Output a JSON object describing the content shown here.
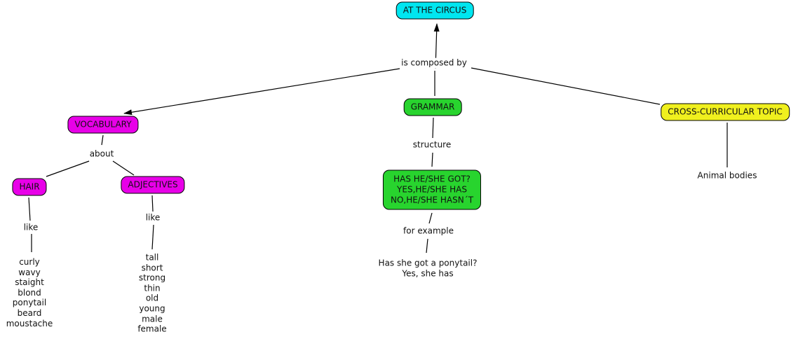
{
  "nodes": {
    "circus": {
      "label": "AT THE CIRCUS"
    },
    "vocabulary": {
      "label": "VOCABULARY"
    },
    "grammar": {
      "label": "GRAMMAR"
    },
    "cross_curricular": {
      "label": "CROSS-CURRICULAR TOPIC"
    },
    "hair": {
      "label": "HAIR"
    },
    "adjectives": {
      "label": "ADJECTIVES"
    },
    "has_got": {
      "lines": [
        "HAS HE/SHE GOT?",
        "YES,HE/SHE HAS",
        "NO,HE/SHE HASN´T"
      ]
    }
  },
  "linking_phrases": {
    "is_composed_by": "is composed by",
    "about": "about",
    "like_hair": "like",
    "like_adjectives": "like",
    "structure": "structure",
    "for_example": "for example"
  },
  "texts": {
    "hair_words": [
      "curly",
      "wavy",
      "staight",
      "blond",
      "ponytail",
      "beard",
      "moustache"
    ],
    "adjective_words": [
      "tall",
      "short",
      "strong",
      "thin",
      "old",
      "young",
      "male",
      "female"
    ],
    "example": [
      "Has she got a ponytail?",
      "Yes, she has"
    ],
    "animal_bodies": "Animal bodies"
  },
  "colors": {
    "circus_box": "#00E6F0",
    "vocabulary_boxes": "#E800E8",
    "grammar_boxes": "#28D42E",
    "cross_curricular_box": "#F0F01E",
    "connector": "#000000",
    "text": "#111111",
    "background": "#FFFFFF"
  }
}
